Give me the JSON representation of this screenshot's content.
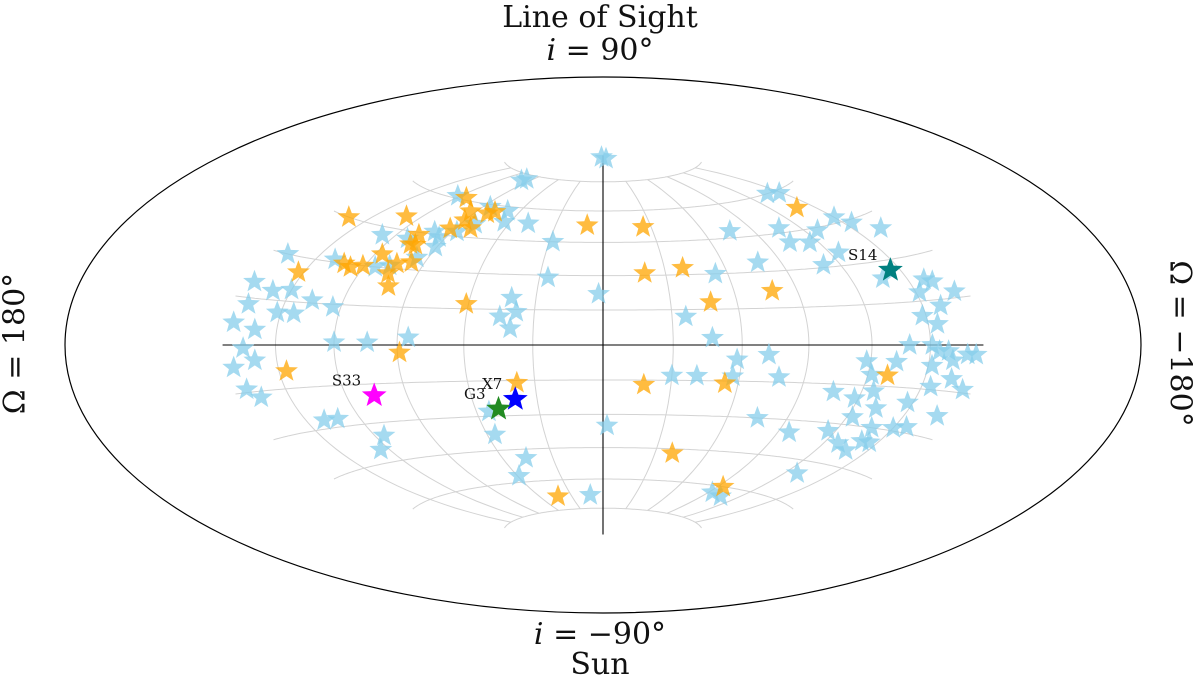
{
  "chart_data": {
    "type": "scatter",
    "projection": "hammer",
    "title_line1": "Line of Sight",
    "title_line2_math": "i",
    "title_line2_value": " = 90°",
    "bottom_line1_math": "i",
    "bottom_line1_value": " = −90°",
    "bottom_line2": "Sun",
    "left_label_math": "Ω",
    "left_label_value": " = 180°",
    "right_label_math": "Ω",
    "right_label_value": " = −180°",
    "grid": true,
    "colors": {
      "light_star": "#87ceeb",
      "orange_star": "#ffa500",
      "S14": "#008080",
      "S33": "#ff00ff",
      "X7": "#0000ff",
      "G3": "#228b22",
      "frame": "#000000",
      "grid": "#d3d3d3"
    },
    "labeled_stars": [
      {
        "name": "S14",
        "lon": -144.5,
        "lat": 26.5
      },
      {
        "name": "S33",
        "lon": 106.0,
        "lat": -19.5
      },
      {
        "name": "X7",
        "lon": 40.0,
        "lat": -23.0
      },
      {
        "name": "G3",
        "lon": 49.0,
        "lat": -27.0
      }
    ],
    "series": [
      {
        "color_key": "orange_star",
        "points": [
          {
            "lon": 113.0,
            "lat": 61.0
          },
          {
            "lon": 164.0,
            "lat": 45.0
          },
          {
            "lon": 130.0,
            "lat": 50.0
          },
          {
            "lon": 94.0,
            "lat": 56.0
          },
          {
            "lon": 90.0,
            "lat": 52.0
          },
          {
            "lon": 77.0,
            "lat": 57.0
          },
          {
            "lon": 81.0,
            "lat": 56.0
          },
          {
            "lon": 93.0,
            "lat": 48.0
          },
          {
            "lon": 81.0,
            "lat": 49.0
          },
          {
            "lon": 103.0,
            "lat": 40.0
          },
          {
            "lon": 107.0,
            "lat": 44.0
          },
          {
            "lon": 106.0,
            "lat": 40.0
          },
          {
            "lon": 116.0,
            "lat": 35.0
          },
          {
            "lon": 127.0,
            "lat": 29.0
          },
          {
            "lon": 121.0,
            "lat": 30.0
          },
          {
            "lon": 97.0,
            "lat": 33.0
          },
          {
            "lon": 153.0,
            "lat": 25.0
          },
          {
            "lon": 132.0,
            "lat": 30.0
          },
          {
            "lon": 104.0,
            "lat": 32.0
          },
          {
            "lon": 101.0,
            "lat": 23.0
          },
          {
            "lon": 105.0,
            "lat": 28.0
          },
          {
            "lon": 61.0,
            "lat": 17.0
          },
          {
            "lon": 10.0,
            "lat": 53.0
          },
          {
            "lon": -25.0,
            "lat": 52.0
          },
          {
            "lon": -39.0,
            "lat": 33.0
          },
          {
            "lon": -20.0,
            "lat": 31.0
          },
          {
            "lon": -78.0,
            "lat": 22.0
          },
          {
            "lon": -138.0,
            "lat": 53.0
          },
          {
            "lon": -48.0,
            "lat": 18.0
          },
          {
            "lon": 89.0,
            "lat": -3.0
          },
          {
            "lon": 146.0,
            "lat": -9.0
          },
          {
            "lon": 38.0,
            "lat": -16.0
          },
          {
            "lon": -18.0,
            "lat": -17.0
          },
          {
            "lon": -54.0,
            "lat": -16.0
          },
          {
            "lon": -130.0,
            "lat": -11.0
          },
          {
            "lon": -40.0,
            "lat": -47.0
          },
          {
            "lon": -94.0,
            "lat": -60.0
          },
          {
            "lon": 43.0,
            "lat": -68.0
          }
        ]
      },
      {
        "color_key": "light_star",
        "points": [
          {
            "lon": 27.0,
            "lat": 89.0
          },
          {
            "lon": -27.0,
            "lat": 88.0
          },
          {
            "lon": 99.0,
            "lat": 72.0
          },
          {
            "lon": 97.0,
            "lat": 73.0
          },
          {
            "lon": 122.0,
            "lat": 61.0
          },
          {
            "lon": 85.0,
            "lat": 59.0
          },
          {
            "lon": 69.0,
            "lat": 58.0
          },
          {
            "lon": 48.0,
            "lat": 53.0
          },
          {
            "lon": 64.0,
            "lat": 53.0
          },
          {
            "lon": 81.0,
            "lat": 51.0
          },
          {
            "lon": 87.0,
            "lat": 47.0
          },
          {
            "lon": 128.0,
            "lat": 42.0
          },
          {
            "lon": 100.0,
            "lat": 46.0
          },
          {
            "lon": 111.0,
            "lat": 42.0
          },
          {
            "lon": 94.0,
            "lat": 44.0
          },
          {
            "lon": 91.0,
            "lat": 40.0
          },
          {
            "lon": 169.0,
            "lat": 30.0
          },
          {
            "lon": 139.0,
            "lat": 31.0
          },
          {
            "lon": 114.0,
            "lat": 30.0
          },
          {
            "lon": 107.0,
            "lat": 31.0
          },
          {
            "lon": 96.0,
            "lat": 35.0
          },
          {
            "lon": 174.0,
            "lat": 20.0
          },
          {
            "lon": 160.0,
            "lat": 18.0
          },
          {
            "lon": 150.0,
            "lat": 19.0
          },
          {
            "lon": 136.0,
            "lat": 16.0
          },
          {
            "lon": 124.0,
            "lat": 14.0
          },
          {
            "lon": 170.0,
            "lat": 13.0
          },
          {
            "lon": 152.0,
            "lat": 11.0
          },
          {
            "lon": 143.0,
            "lat": 11.0
          },
          {
            "lon": 175.0,
            "lat": 7.0
          },
          {
            "lon": 162.0,
            "lat": 5.0
          },
          {
            "lon": 104.0,
            "lat": 1.0
          },
          {
            "lon": 120.0,
            "lat": 1.0
          },
          {
            "lon": 168.0,
            "lat": -1.0
          },
          {
            "lon": 175.0,
            "lat": -7.0
          },
          {
            "lon": 162.0,
            "lat": -5.0
          },
          {
            "lon": 85.0,
            "lat": 3.0
          },
          {
            "lon": 172.0,
            "lat": -14.0
          },
          {
            "lon": 166.0,
            "lat": -17.0
          },
          {
            "lon": 140.0,
            "lat": -27.0
          },
          {
            "lon": 132.0,
            "lat": -27.0
          },
          {
            "lon": 115.0,
            "lat": -35.0
          },
          {
            "lon": 125.0,
            "lat": -40.0
          },
          {
            "lon": 54.0,
            "lat": -28.0
          },
          {
            "lon": 56.0,
            "lat": -38.0
          },
          {
            "lon": 46.0,
            "lat": -49.0
          },
          {
            "lon": 12.0,
            "lat": -68.0
          },
          {
            "lon": -2.0,
            "lat": -35.0
          },
          {
            "lon": 59.0,
            "lat": -57.0
          },
          {
            "lon": 41.0,
            "lat": 20.0
          },
          {
            "lon": 40.0,
            "lat": 7.0
          },
          {
            "lon": 26.0,
            "lat": 29.0
          },
          {
            "lon": 38.0,
            "lat": 14.0
          },
          {
            "lon": 45.0,
            "lat": 12.0
          },
          {
            "lon": 28.0,
            "lat": 45.0
          },
          {
            "lon": 2.0,
            "lat": 22.0
          },
          {
            "lon": -36.0,
            "lat": 12.0
          },
          {
            "lon": -47.0,
            "lat": 3.0
          },
          {
            "lon": -58.0,
            "lat": -6.0
          },
          {
            "lon": -57.0,
            "lat": -13.0
          },
          {
            "lon": -72.0,
            "lat": -4.0
          },
          {
            "lon": -78.0,
            "lat": -13.0
          },
          {
            "lon": -54.0,
            "lat": 30.0
          },
          {
            "lon": -78.0,
            "lat": 34.0
          },
          {
            "lon": -76.0,
            "lat": 48.0
          },
          {
            "lon": -107.0,
            "lat": 47.0
          },
          {
            "lon": -104.0,
            "lat": 41.0
          },
          {
            "lon": -115.0,
            "lat": 40.0
          },
          {
            "lon": -128.0,
            "lat": 44.0
          },
          {
            "lon": -111.0,
            "lat": 31.0
          },
          {
            "lon": -150.0,
            "lat": 47.0
          },
          {
            "lon": -155.0,
            "lat": 44.0
          },
          {
            "lon": -167.0,
            "lat": 40.0
          },
          {
            "lon": -148.0,
            "lat": 59.0
          },
          {
            "lon": -139.0,
            "lat": 60.0
          },
          {
            "lon": -125.0,
            "lat": 35.0
          },
          {
            "lon": -137.0,
            "lat": 24.0
          },
          {
            "lon": -152.0,
            "lat": 18.0
          },
          {
            "lon": -159.0,
            "lat": 22.0
          },
          {
            "lon": -163.0,
            "lat": 21.0
          },
          {
            "lon": -172.0,
            "lat": 17.0
          },
          {
            "lon": -160.0,
            "lat": 13.0
          },
          {
            "lon": -148.0,
            "lat": 10.0
          },
          {
            "lon": -155.0,
            "lat": 7.0
          },
          {
            "lon": -139.0,
            "lat": 0.0
          },
          {
            "lon": -151.0,
            "lat": 0.0
          },
          {
            "lon": -155.0,
            "lat": -2.0
          },
          {
            "lon": -160.0,
            "lat": -2.0
          },
          {
            "lon": -152.0,
            "lat": -7.0
          },
          {
            "lon": -163.0,
            "lat": -5.0
          },
          {
            "lon": -171.0,
            "lat": -3.0
          },
          {
            "lon": -176.0,
            "lat": -3.0
          },
          {
            "lon": -155.0,
            "lat": -14.0
          },
          {
            "lon": -165.0,
            "lat": -11.0
          },
          {
            "lon": -174.0,
            "lat": -14.0
          },
          {
            "lon": -118.0,
            "lat": -6.0
          },
          {
            "lon": -122.0,
            "lat": -11.0
          },
          {
            "lon": -133.0,
            "lat": -6.0
          },
          {
            "lon": -126.0,
            "lat": -17.0
          },
          {
            "lon": -132.0,
            "lat": -23.0
          },
          {
            "lon": -123.0,
            "lat": -27.0
          },
          {
            "lon": -138.0,
            "lat": -30.0
          },
          {
            "lon": -147.0,
            "lat": -20.0
          },
          {
            "lon": -150.0,
            "lat": -29.0
          },
          {
            "lon": -157.0,
            "lat": -28.0
          },
          {
            "lon": -169.0,
            "lat": -23.0
          },
          {
            "lon": -106.0,
            "lat": -18.0
          },
          {
            "lon": -118.0,
            "lat": -20.0
          },
          {
            "lon": -116.0,
            "lat": -33.0
          },
          {
            "lon": -128.0,
            "lat": -37.0
          },
          {
            "lon": -140.0,
            "lat": -35.0
          },
          {
            "lon": -128.0,
            "lat": -50.0
          },
          {
            "lon": -93.0,
            "lat": -63.0
          },
          {
            "lon": -75.0,
            "lat": -30.0
          },
          {
            "lon": -41.0,
            "lat": -13.0
          },
          {
            "lon": -30.0,
            "lat": -13.0
          },
          {
            "lon": -105.0,
            "lat": -64.0
          },
          {
            "lon": -96.0,
            "lat": -35.0
          },
          {
            "lon": -145.0,
            "lat": -35.0
          },
          {
            "lon": -137.0,
            "lat": -39.0
          }
        ]
      }
    ]
  }
}
